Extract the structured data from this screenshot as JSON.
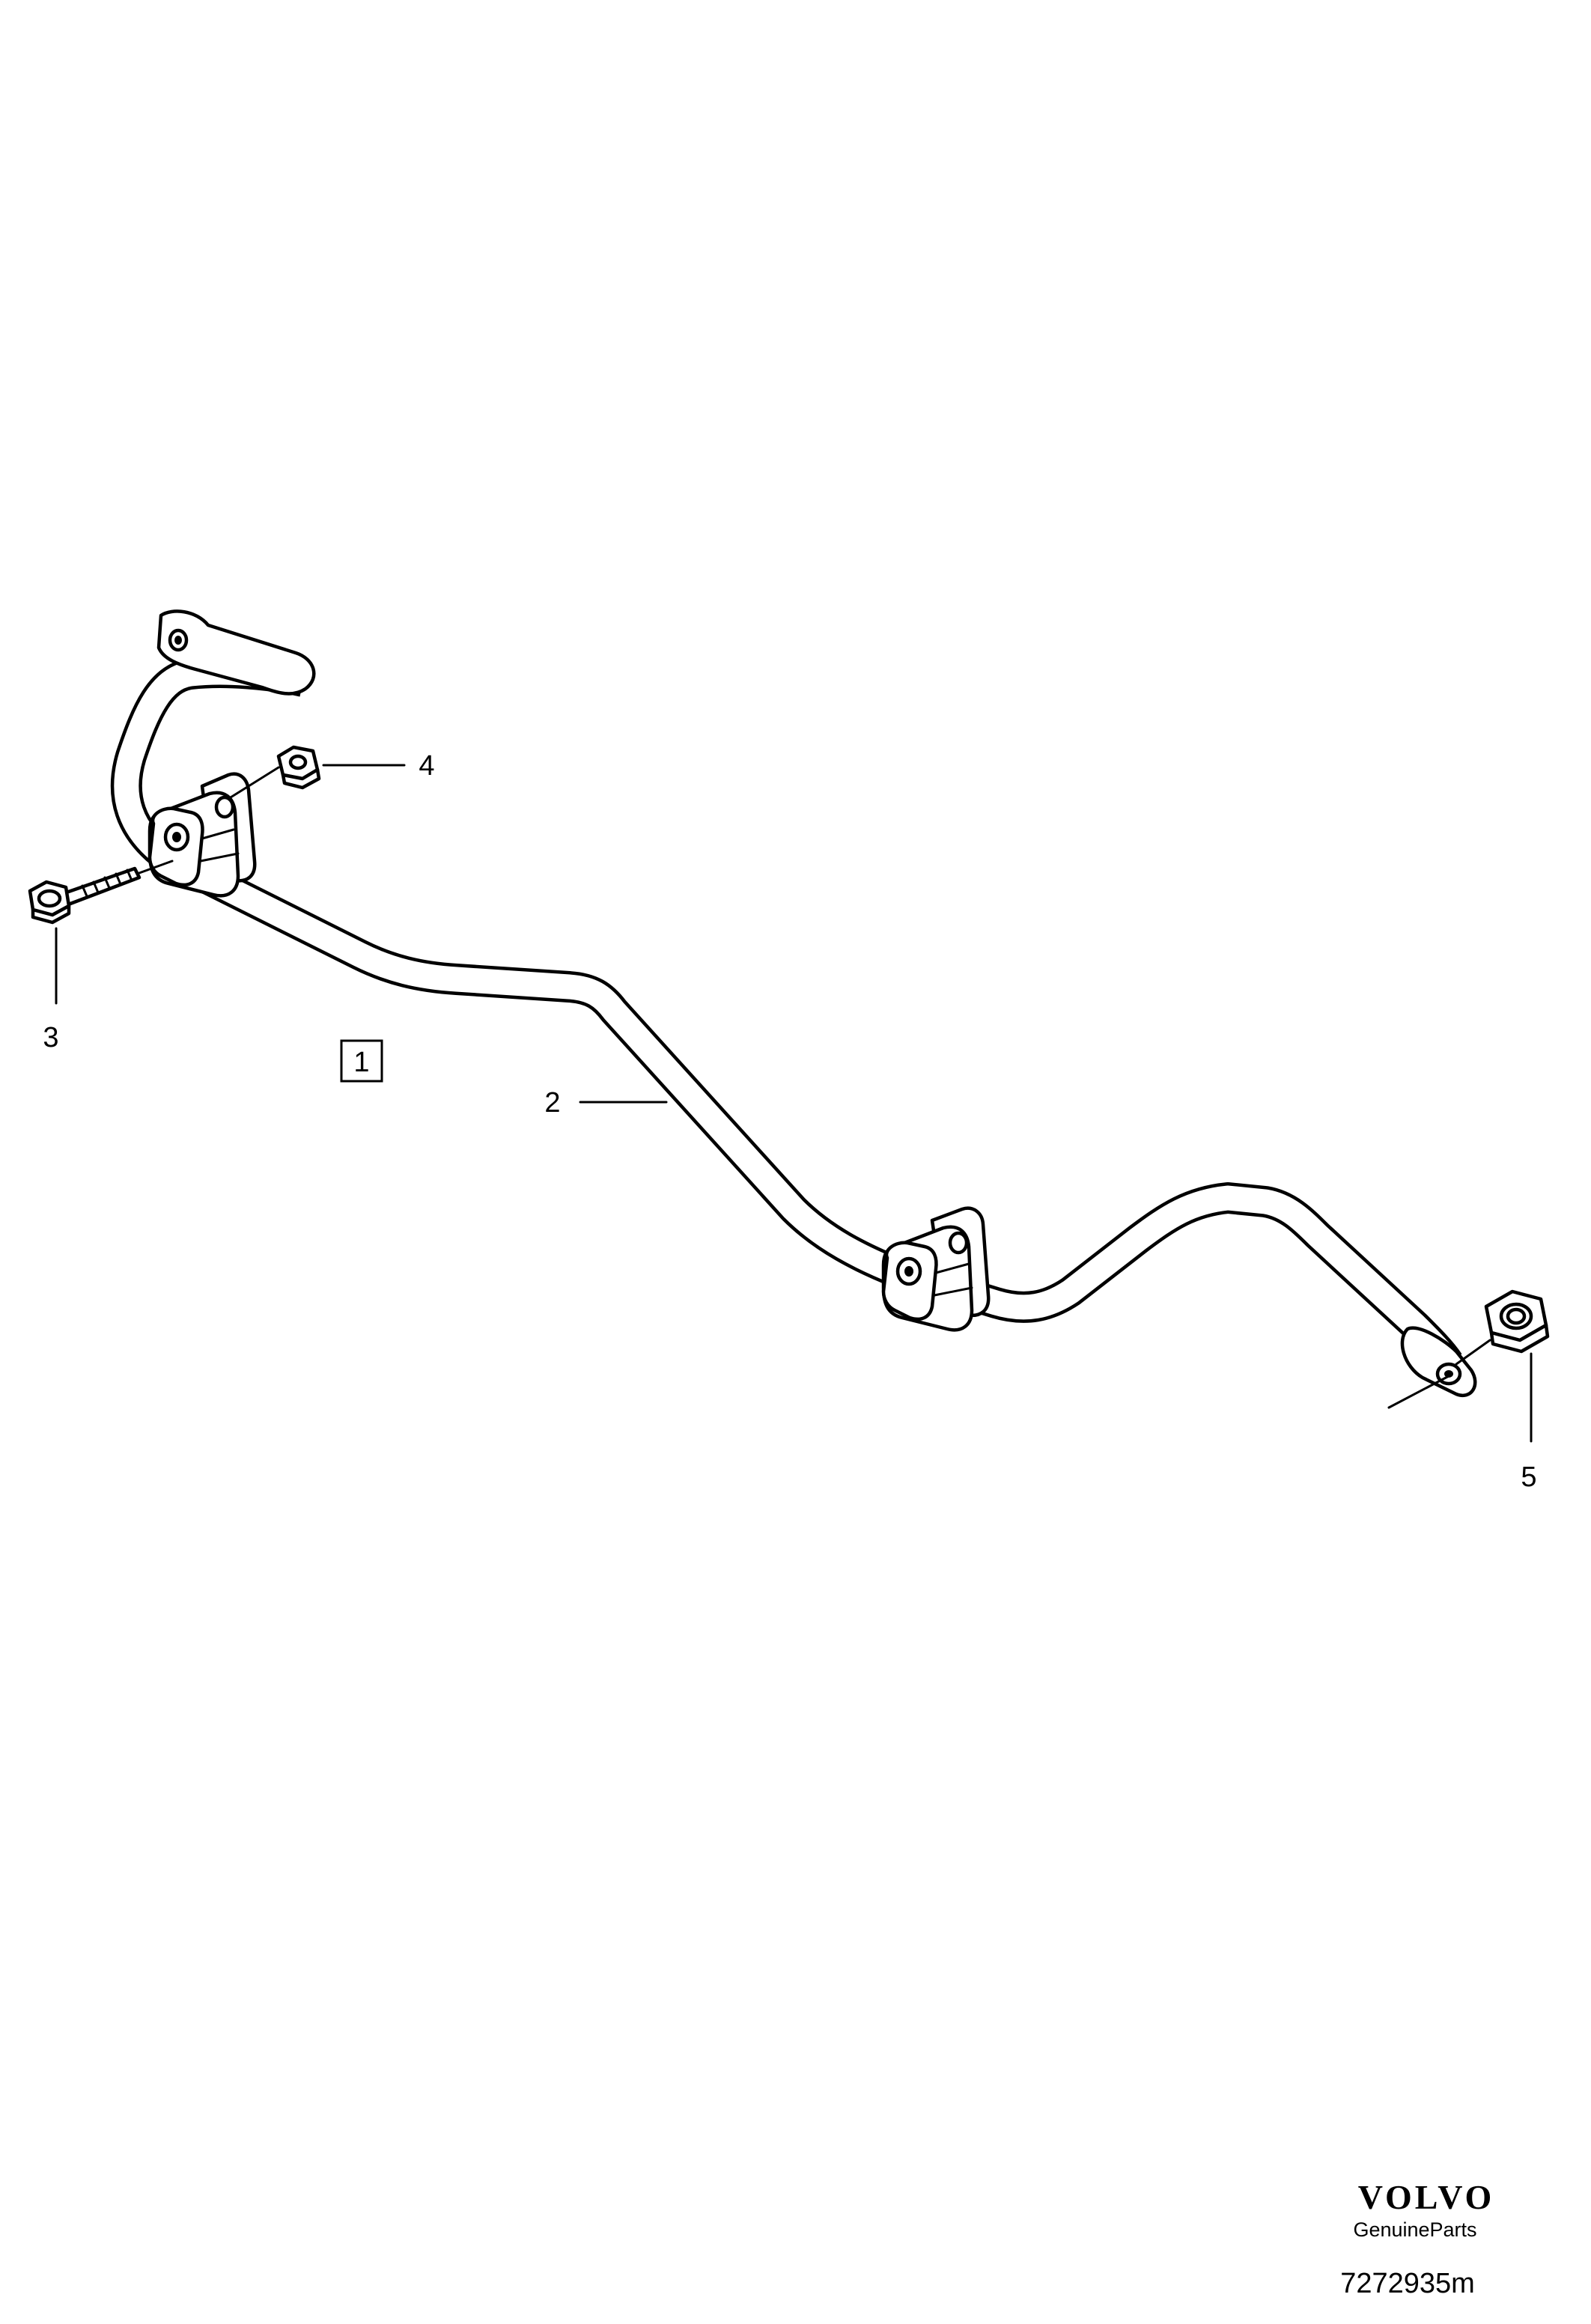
{
  "diagram": {
    "callouts": {
      "item1": "1",
      "item2": "2",
      "item3": "3",
      "item4": "4",
      "item5": "5"
    },
    "brand": {
      "logo": "VOLVO",
      "tagline": "GenuineParts"
    },
    "part_number": "7272935m"
  }
}
